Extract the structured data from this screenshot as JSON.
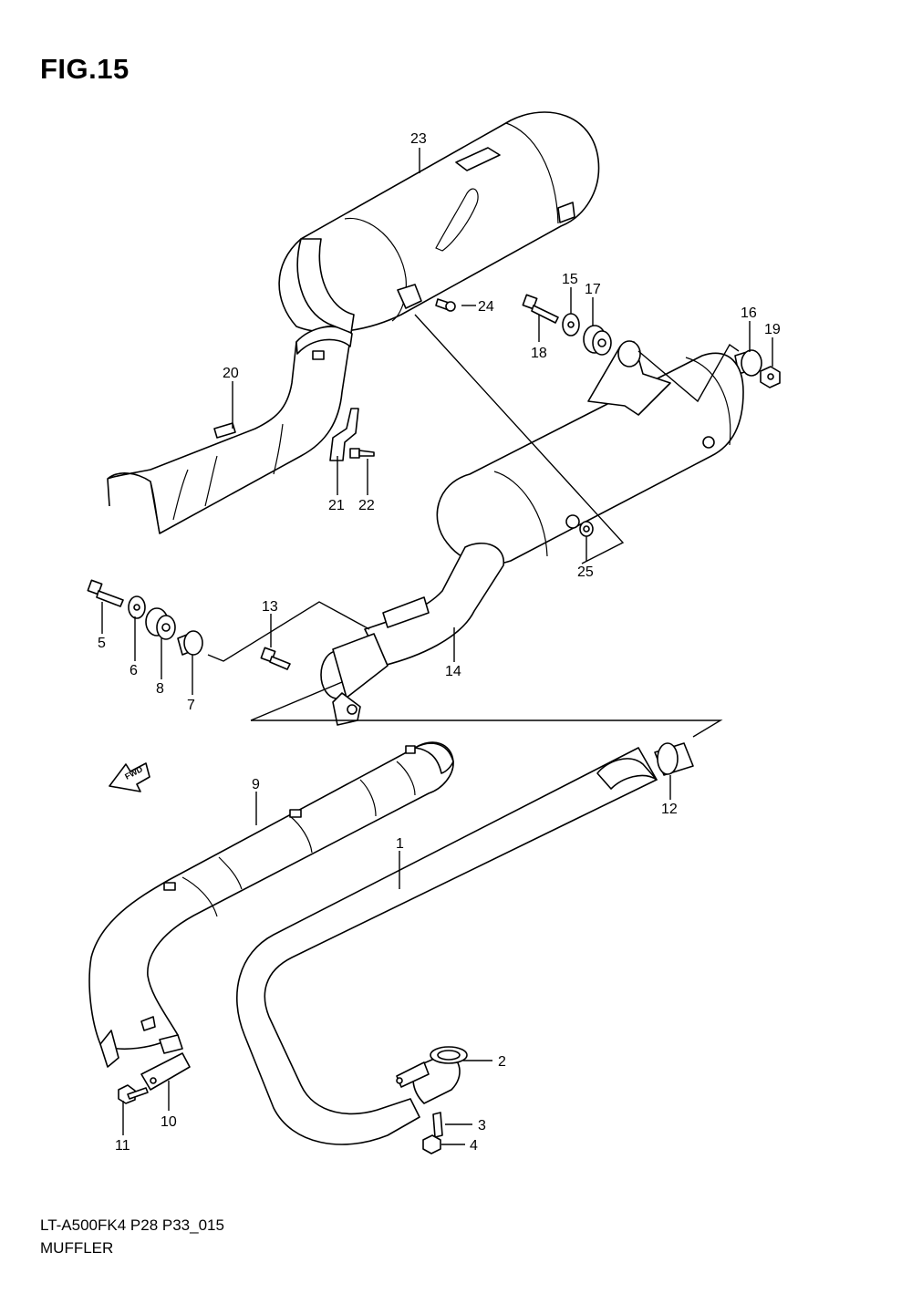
{
  "figure": {
    "title": "FIG.15",
    "model_code": "LT-A500FK4 P28 P33_015",
    "name": "MUFFLER",
    "fwd_label": "FWD"
  },
  "callouts": [
    {
      "id": "1",
      "label": "1"
    },
    {
      "id": "2",
      "label": "2"
    },
    {
      "id": "3",
      "label": "3"
    },
    {
      "id": "4",
      "label": "4"
    },
    {
      "id": "5",
      "label": "5"
    },
    {
      "id": "6",
      "label": "6"
    },
    {
      "id": "7",
      "label": "7"
    },
    {
      "id": "8",
      "label": "8"
    },
    {
      "id": "9",
      "label": "9"
    },
    {
      "id": "10",
      "label": "10"
    },
    {
      "id": "11",
      "label": "11"
    },
    {
      "id": "12",
      "label": "12"
    },
    {
      "id": "13",
      "label": "13"
    },
    {
      "id": "14",
      "label": "14"
    },
    {
      "id": "15",
      "label": "15"
    },
    {
      "id": "16",
      "label": "16"
    },
    {
      "id": "17",
      "label": "17"
    },
    {
      "id": "18",
      "label": "18"
    },
    {
      "id": "19",
      "label": "19"
    },
    {
      "id": "20",
      "label": "20"
    },
    {
      "id": "21",
      "label": "21"
    },
    {
      "id": "22",
      "label": "22"
    },
    {
      "id": "23",
      "label": "23"
    },
    {
      "id": "24",
      "label": "24"
    },
    {
      "id": "25",
      "label": "25"
    }
  ]
}
